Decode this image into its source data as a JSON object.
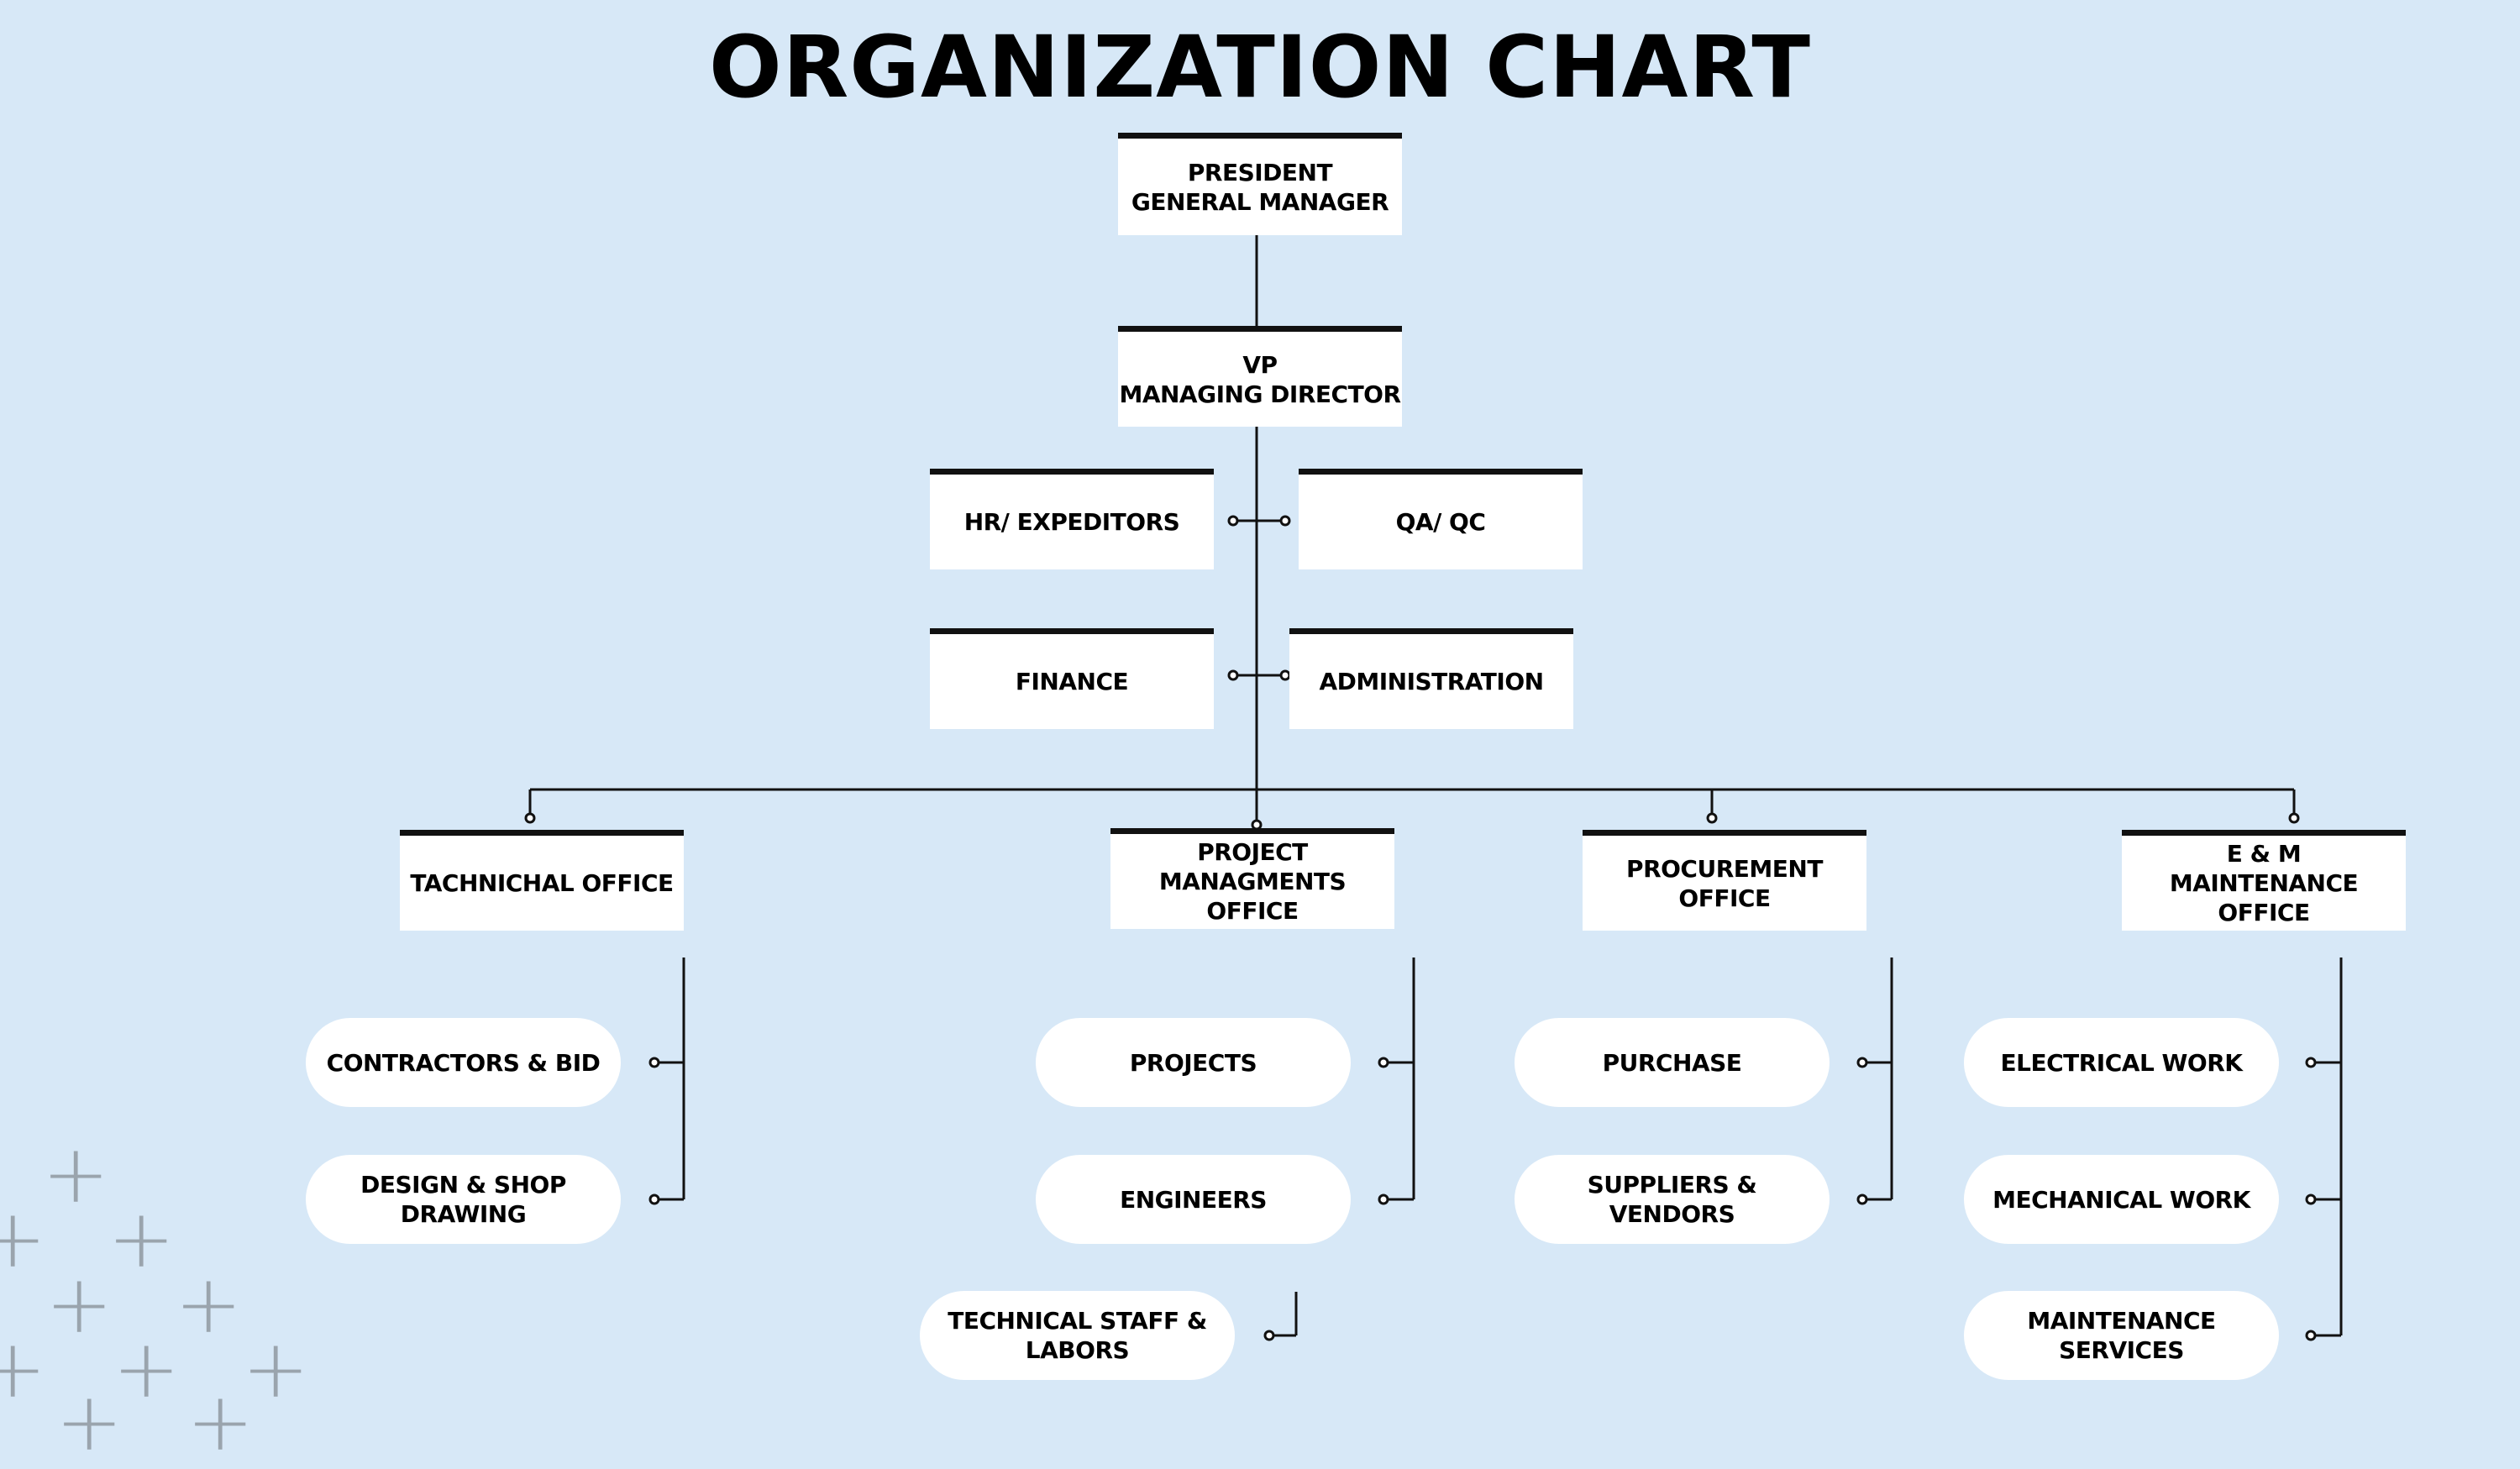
{
  "title": "ORGANIZATION CHART",
  "nodes": {
    "president": "PRESIDENT\nGENERAL MANAGER",
    "vp": "VP\nMANAGING DIRECTOR",
    "hr": "HR/ EXPEDITORS",
    "qa": "QA/ QC",
    "finance": "FINANCE",
    "administration": "ADMINISTRATION",
    "technical_office": "TACHNICHAL OFFICE",
    "pmo": "PROJECT\nMANAGMENTS OFFICE",
    "procurement": "PROCUREMENT OFFICE",
    "em_office": "E & M\nMAINTENANCE OFFICE"
  },
  "subunits": {
    "contractors": "CONTRACTORS & BID",
    "design": "DESIGN & SHOP\nDRAWING",
    "projects": "PROJECTS",
    "engineers": "ENGINEERS",
    "technical_staff": "TECHNICAL STAFF &\nLABORS",
    "purchase": "PURCHASE",
    "suppliers": "SUPPLIERS &\nVENDORS",
    "electrical": "ELECTRICAL WORK",
    "mechanical": "MECHANICAL WORK",
    "maintenance": "MAINTENANCE\nSERVICES"
  },
  "colors": {
    "background": "#d7e8f7",
    "box": "#ffffff",
    "line": "#111111",
    "decoration": "#9aa4ad"
  },
  "decoration_icon": "plus-icon"
}
